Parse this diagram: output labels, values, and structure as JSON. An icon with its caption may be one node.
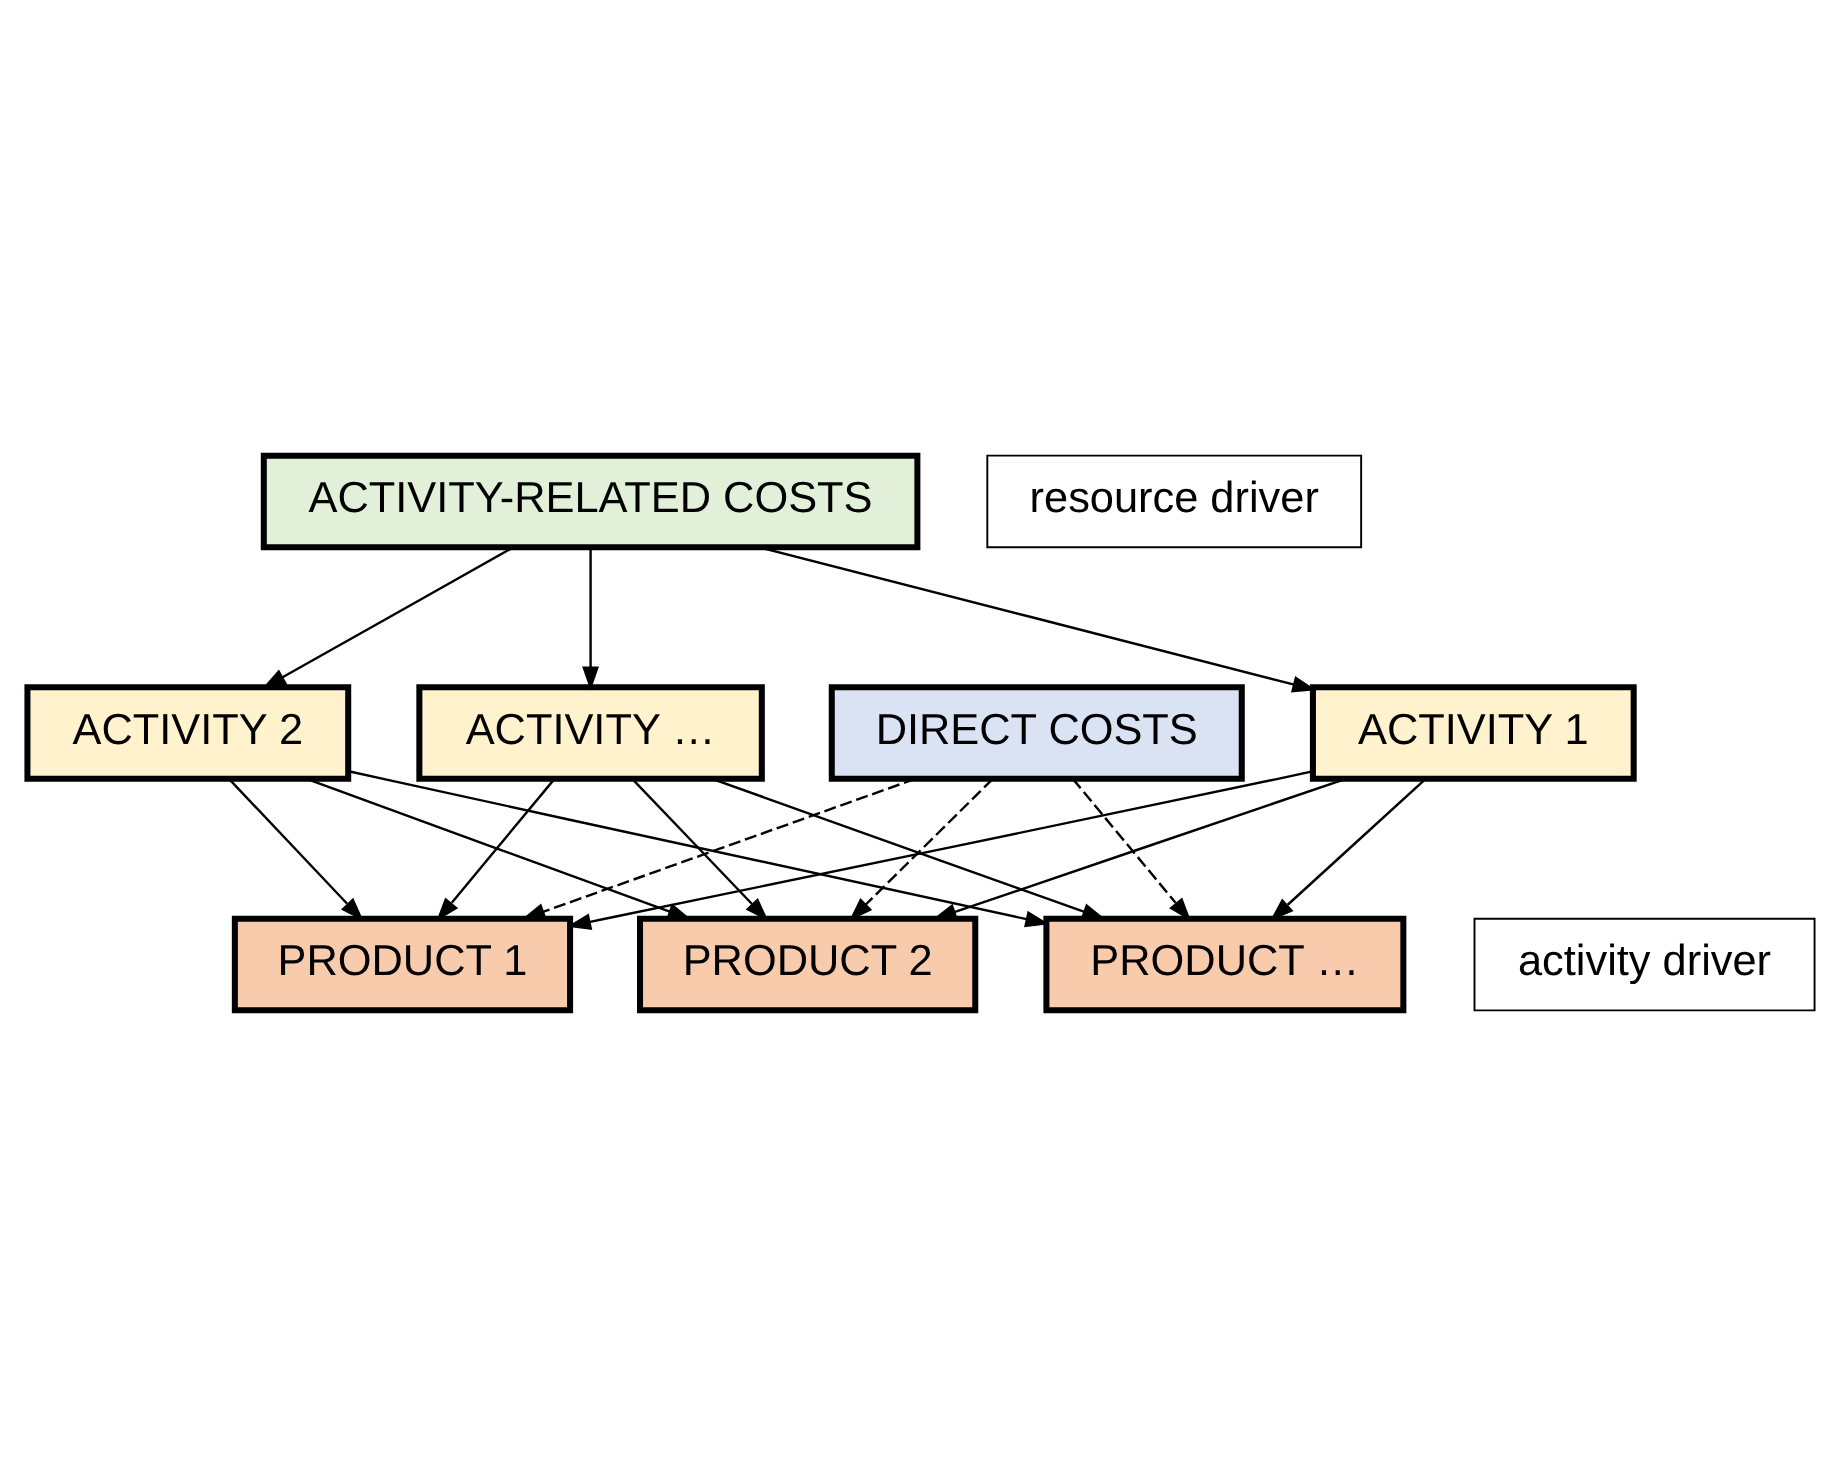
{
  "diagram": {
    "nodes": [
      {
        "text": [
          "DIRECT COSTS"
        ]
      },
      {
        "text": [
          "ACTIVITY-RELATED COSTS"
        ]
      },
      {
        "text": [
          "resource driver"
        ]
      },
      {
        "text": [
          "ACTIVITY 1"
        ]
      },
      {
        "text": [
          "ACTIVITY 2"
        ]
      },
      {
        "text": [
          "ACTIVITY …"
        ]
      },
      {
        "text": [
          "activity driver"
        ]
      },
      {
        "text": [
          "PRODUCT 1"
        ]
      },
      {
        "text": [
          "PRODUCT 2"
        ]
      },
      {
        "text": [
          "PRODUCT …"
        ]
      }
    ],
    "edges": [
      {
        "from": 1,
        "to": 3,
        "arrow": "to"
      },
      {
        "from": 1,
        "to": 4,
        "arrow": "to"
      },
      {
        "from": 1,
        "to": 5,
        "arrow": "to"
      },
      {
        "from": 3,
        "to": 7,
        "arrow": "to"
      },
      {
        "from": 3,
        "to": 8,
        "arrow": "to"
      },
      {
        "from": 3,
        "to": 9,
        "arrow": "to"
      },
      {
        "from": 4,
        "to": 7,
        "arrow": "to"
      },
      {
        "from": 4,
        "to": 8,
        "arrow": "to"
      },
      {
        "from": 4,
        "to": 9,
        "arrow": "to"
      },
      {
        "from": 5,
        "to": 7,
        "arrow": "to"
      },
      {
        "from": 5,
        "to": 8,
        "arrow": "to"
      },
      {
        "from": 5,
        "to": 9,
        "arrow": "to"
      },
      {
        "from": 0,
        "to": 7,
        "arrow": "to",
        "style": "dashed"
      },
      {
        "from": 0,
        "to": 8,
        "arrow": "to",
        "style": "dashed"
      },
      {
        "from": 0,
        "to": 9,
        "arrow": "to",
        "style": "dashed"
      }
    ]
  }
}
